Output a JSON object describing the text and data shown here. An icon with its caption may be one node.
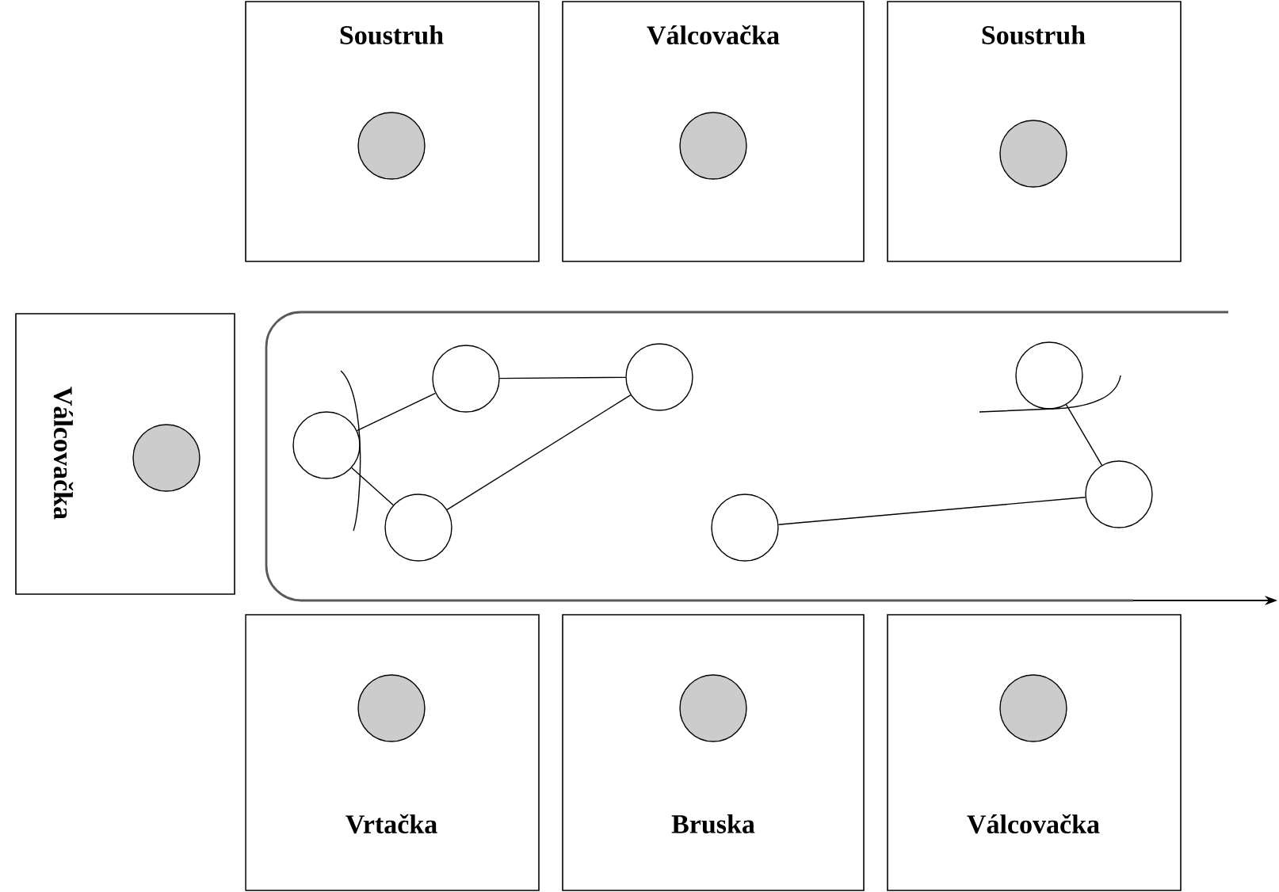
{
  "diagram": {
    "nodes": [
      {
        "text": [
          "Soustruh"
        ]
      },
      {
        "text": [
          "Válcovačka"
        ]
      },
      {
        "text": [
          "Soustruh"
        ]
      },
      {
        "text": [
          "Válcovačka"
        ]
      },
      {
        "text": [],
        "shape": "box"
      },
      {
        "text": [],
        "shape": "circle",
        "in": 4
      },
      {
        "text": [],
        "shape": "circle",
        "in": 4
      },
      {
        "text": [],
        "shape": "circle",
        "in": 4
      },
      {
        "text": [],
        "shape": "circle",
        "in": 4
      },
      {
        "text": [],
        "shape": "circle",
        "in": 4
      },
      {
        "text": [],
        "shape": "circle",
        "in": 4
      },
      {
        "text": [],
        "shape": "circle",
        "in": 4
      },
      {
        "text": [
          "Vrtačka"
        ]
      },
      {
        "text": [
          "Bruska"
        ]
      },
      {
        "text": [
          "Válcovačka"
        ]
      }
    ],
    "edges": [
      {
        "from": 5,
        "to": 6,
        "arrow": "none"
      },
      {
        "from": 6,
        "to": 7,
        "arrow": "none"
      },
      {
        "from": 7,
        "to": 8,
        "arrow": "none"
      },
      {
        "from": 5,
        "to": 8,
        "arrow": "none"
      },
      {
        "from": 9,
        "to": 11,
        "arrow": "none"
      },
      {
        "from": 10,
        "to": 11,
        "arrow": "none"
      }
    ]
  }
}
